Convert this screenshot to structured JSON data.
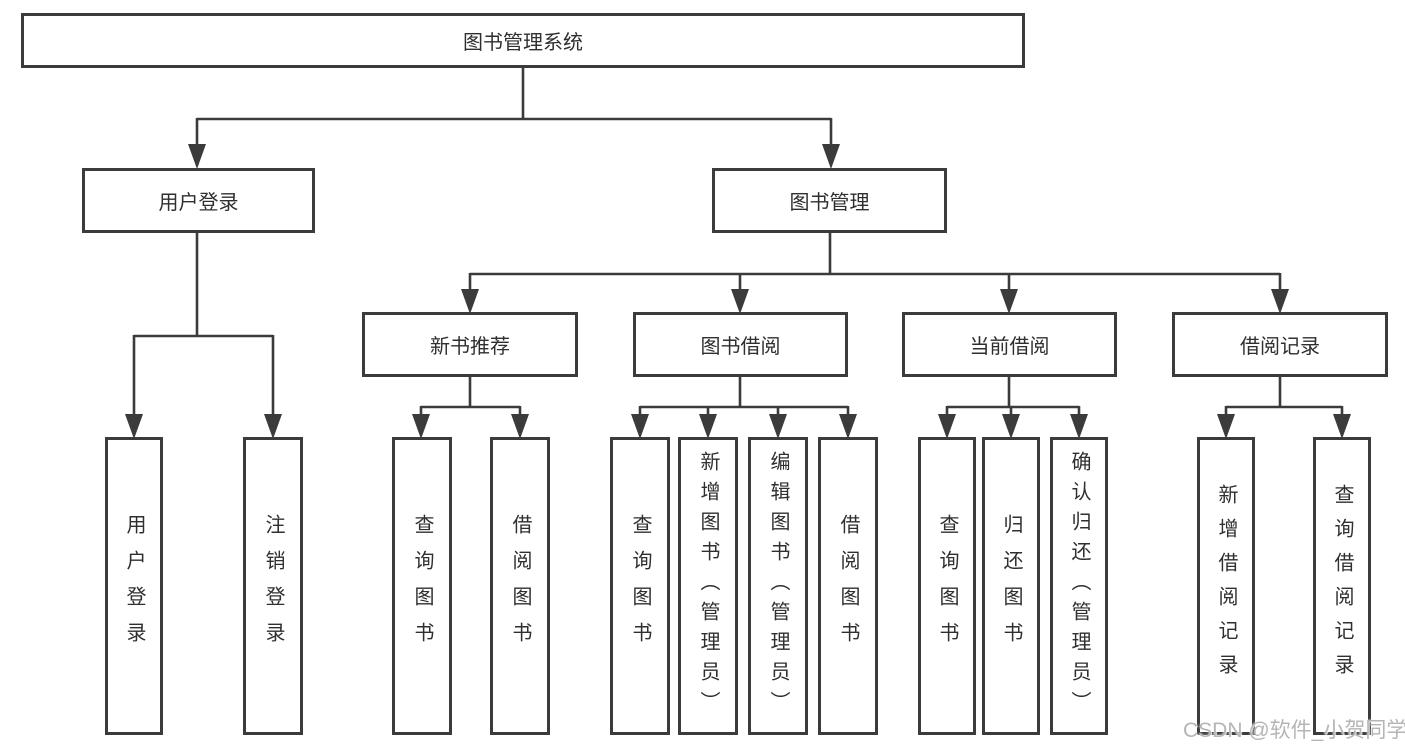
{
  "colors": {
    "line": "#3b3b3b",
    "text": "#2f2f2f",
    "background": "#ffffff",
    "watermark": "#b5b5b5"
  },
  "watermark": "CSDN @软件_小贺同学",
  "tree": {
    "root": {
      "label": "图书管理系统"
    },
    "level2": [
      {
        "label": "用户登录",
        "children": [
          "用户登录",
          "注销登录"
        ]
      },
      {
        "label": "图书管理"
      }
    ],
    "level3": [
      {
        "label": "新书推荐",
        "children": [
          "查询图书",
          "借阅图书"
        ]
      },
      {
        "label": "图书借阅",
        "children": [
          "查询图书",
          "新增图书（管理员）",
          "编辑图书（管理员）",
          "借阅图书"
        ]
      },
      {
        "label": "当前借阅",
        "children": [
          "查询图书",
          "归还图书",
          "确认归还（管理员）"
        ]
      },
      {
        "label": "借阅记录",
        "children": [
          "新增借阅记录",
          "查询借阅记录"
        ]
      }
    ]
  }
}
